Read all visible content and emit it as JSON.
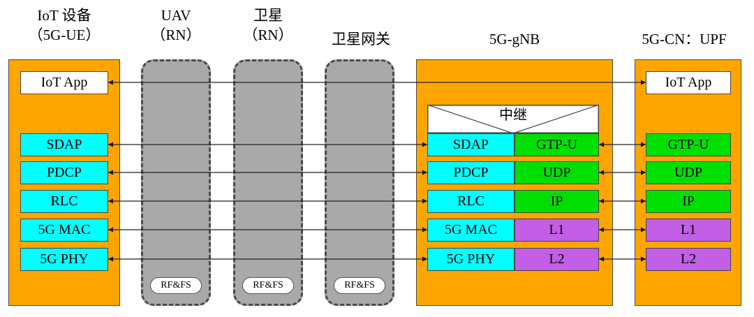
{
  "headers": {
    "iot": "IoT 设备\n（5G-UE）",
    "uav": "UAV\n（RN）",
    "sat": "卫星\n（RN）",
    "gw": "卫星网关",
    "gnb": "5G-gNB",
    "cn": "5G-CN：UPF"
  },
  "ue": {
    "app": "IoT App",
    "sdap": "SDAP",
    "pdcp": "PDCP",
    "rlc": "RLC",
    "mac": "5G MAC",
    "phy": "5G PHY"
  },
  "rf_label": "RF&FS",
  "gnb": {
    "relay": "中继",
    "left": [
      "SDAP",
      "PDCP",
      "RLC",
      "5G MAC",
      "5G PHY"
    ],
    "right": [
      "GTP-U",
      "UDP",
      "IP",
      "L1",
      "L2"
    ]
  },
  "cn": {
    "app": "IoT App",
    "layers": [
      "GTP-U",
      "UDP",
      "IP",
      "L1",
      "L2"
    ]
  },
  "colors": {
    "column_bg": "#ffa500",
    "relay_node_bg": "#a9a9a9",
    "upper_layer": "#00ffff",
    "transport_layer": "#00e000",
    "link_layer": "#c25fe6"
  }
}
